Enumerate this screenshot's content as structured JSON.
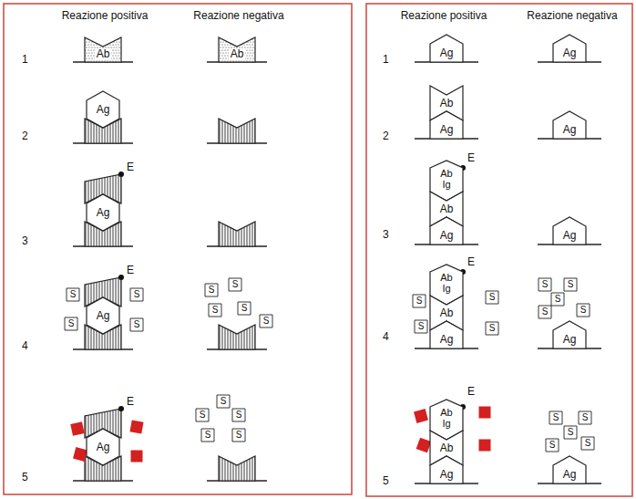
{
  "diagram": {
    "nodes": [
      {
        "text": [
          "Ab"
        ]
      },
      {
        "text": [
          "Ab"
        ]
      },
      {
        "text": [
          "Ag"
        ]
      },
      {
        "text": [
          "Ag"
        ]
      },
      {
        "text": [
          "Ag"
        ]
      },
      {
        "text": [
          "S"
        ]
      },
      {
        "text": [
          "S"
        ]
      },
      {
        "text": [
          "S"
        ]
      },
      {
        "text": [
          "S"
        ]
      },
      {
        "text": [
          "S"
        ]
      },
      {
        "text": [
          "S"
        ]
      },
      {
        "text": [
          "S"
        ]
      },
      {
        "text": [
          "S"
        ]
      },
      {
        "text": [
          "S"
        ]
      },
      {
        "text": [
          "Ag"
        ]
      },
      {
        "text": [
          "S"
        ]
      },
      {
        "text": [
          "S"
        ]
      },
      {
        "text": [
          "S"
        ]
      },
      {
        "text": [
          "S"
        ]
      },
      {
        "text": [
          "S"
        ]
      },
      {
        "text": [
          "Ag"
        ]
      },
      {
        "text": [
          "Ag"
        ]
      },
      {
        "text": [
          "Ab"
        ]
      },
      {
        "text": [
          "Ag"
        ]
      },
      {
        "text": [
          "Ag"
        ]
      },
      {
        "text": [
          "Ab Ig"
        ]
      },
      {
        "text": [
          "Ab"
        ]
      },
      {
        "text": [
          "Ag"
        ]
      },
      {
        "text": [
          "Ag"
        ]
      },
      {
        "text": [
          "Ab Ig"
        ]
      },
      {
        "text": [
          "Ab"
        ]
      },
      {
        "text": [
          "Ag"
        ]
      },
      {
        "text": [
          "S"
        ]
      },
      {
        "text": [
          "S"
        ]
      },
      {
        "text": [
          "S"
        ]
      },
      {
        "text": [
          "S"
        ]
      },
      {
        "text": [
          "S"
        ]
      },
      {
        "text": [
          "S"
        ]
      },
      {
        "text": [
          "S"
        ]
      },
      {
        "text": [
          "S"
        ]
      },
      {
        "text": [
          "S"
        ]
      },
      {
        "text": [
          "Ag"
        ]
      },
      {
        "text": [
          "Ab Ig"
        ]
      },
      {
        "text": [
          "Ab"
        ]
      },
      {
        "text": [
          "Ag"
        ]
      },
      {
        "text": [
          "S"
        ]
      },
      {
        "text": [
          "S"
        ]
      },
      {
        "text": [
          "S"
        ]
      },
      {
        "text": [
          "S"
        ]
      },
      {
        "text": [
          "S"
        ]
      },
      {
        "text": [
          "Ag"
        ]
      }
    ],
    "labels": [
      "Reazione positiva",
      "Reazione negativa",
      "1",
      "2",
      "3",
      "E",
      "4",
      "E",
      "5",
      "E",
      "Reazione positiva",
      "Reazione negativa",
      "1",
      "2",
      "3",
      "E",
      "4",
      "E",
      "5",
      "E"
    ]
  }
}
